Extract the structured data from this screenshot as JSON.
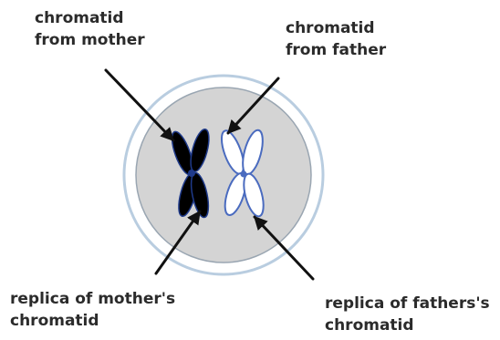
{
  "labels": {
    "mother_chromatid": [
      "chromatid",
      "from mother"
    ],
    "father_chromatid": [
      "chromatid",
      "from father"
    ],
    "mother_replica": [
      "replica of mother's",
      "chromatid"
    ],
    "father_replica": [
      "replica of fathers's",
      "chromatid"
    ]
  },
  "colors": {
    "cell_outer_ring": "#b9cde0",
    "cell_fill": "#d4d4d4",
    "cell_border": "#9aa6b2",
    "mother_chromosome_fill": "#000000",
    "mother_chromosome_outline": "#1f3a8a",
    "father_chromosome_fill": "#ffffff",
    "father_chromosome_outline": "#4a6bbf",
    "arrow": "#111111",
    "text": "#2b2b2b"
  }
}
